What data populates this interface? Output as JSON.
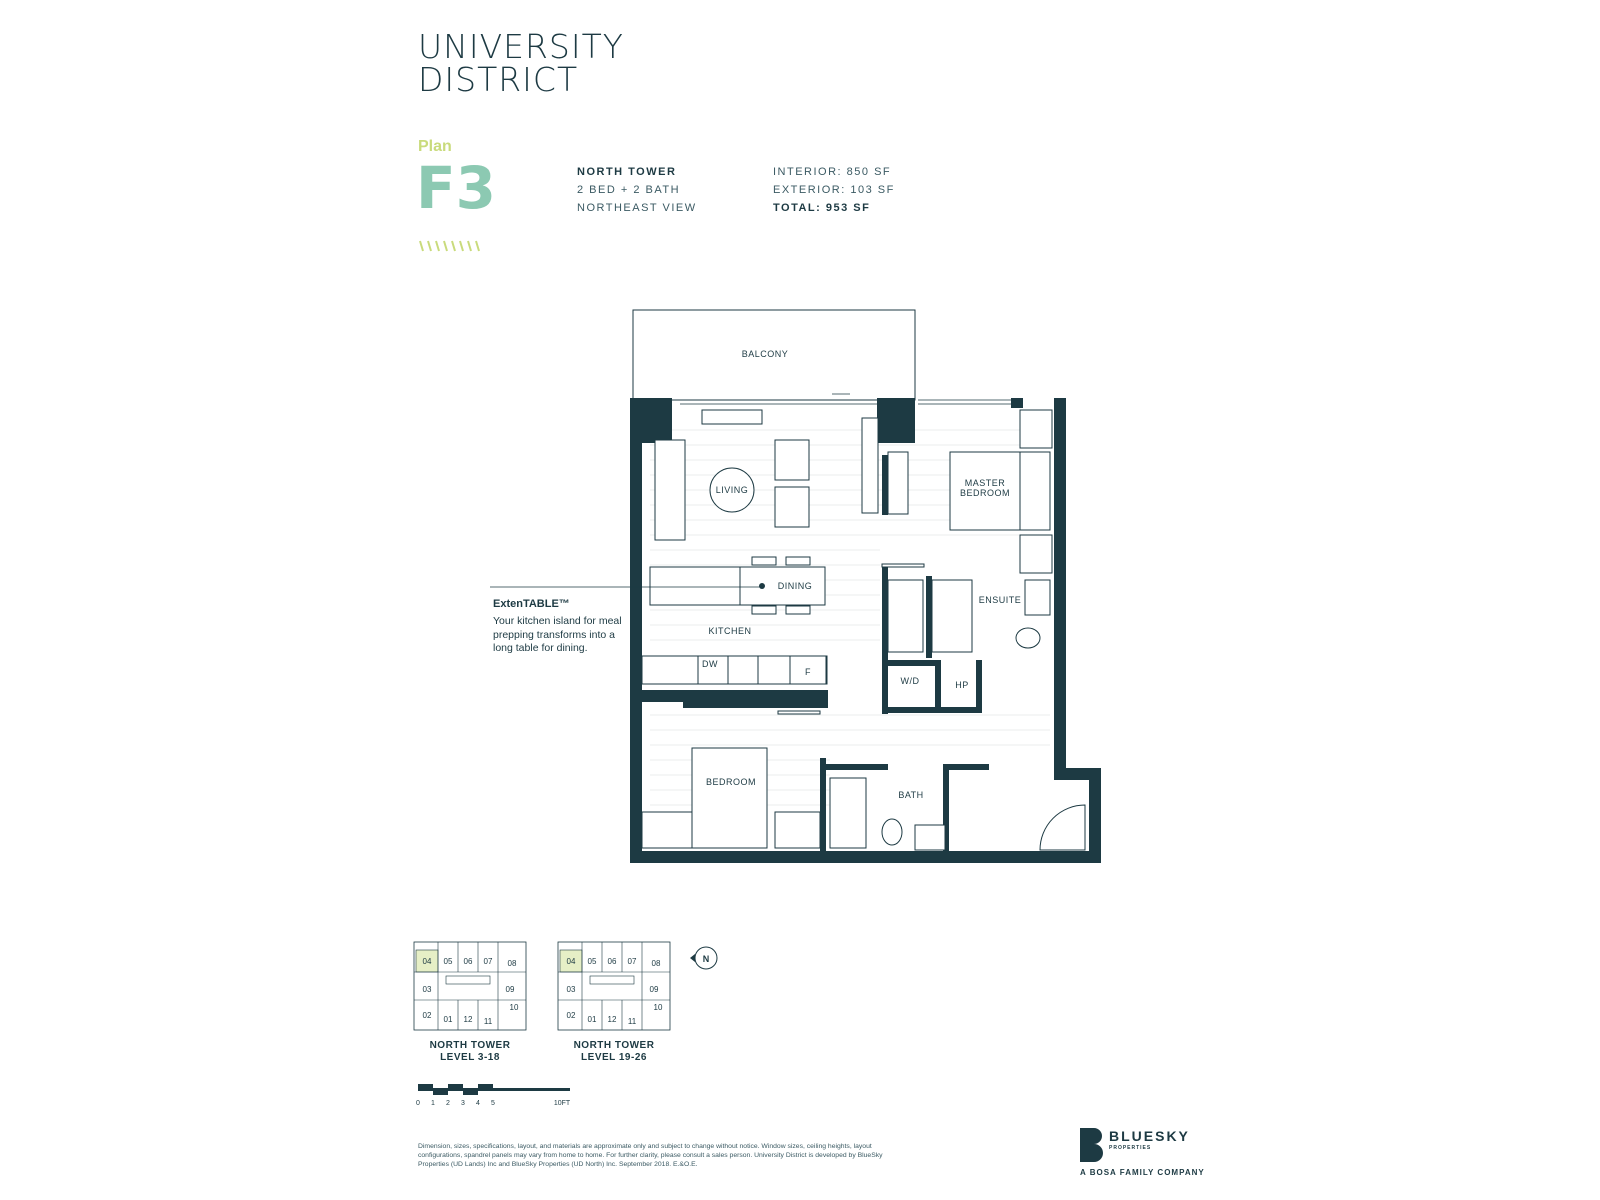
{
  "brand": {
    "line1": "UNIVERSITY",
    "line2": "DISTRICT"
  },
  "plan": {
    "label": "Plan",
    "code": "F3"
  },
  "unit": {
    "tower": "NORTH TOWER",
    "beds": "2 BED + 2 BATH",
    "view": "NORTHEAST VIEW"
  },
  "area": {
    "interior": "INTERIOR: 850 SF",
    "exterior": "EXTERIOR: 103 SF",
    "total": "TOTAL: 953 SF"
  },
  "rooms": {
    "balcony": "BALCONY",
    "living": "LIVING",
    "dining": "DINING",
    "kitchen": "KITCHEN",
    "master_bedroom_1": "MASTER",
    "master_bedroom_2": "BEDROOM",
    "ensuite": "ENSUITE",
    "bedroom": "BEDROOM",
    "bath": "BATH",
    "wd": "W/D",
    "hp": "HP",
    "dw": "DW",
    "fridge": "F"
  },
  "callout": {
    "title": "ExtenTABLE™",
    "text": "Your kitchen island for meal prepping transforms into a long table for dining."
  },
  "keyplans": [
    {
      "line1": "NORTH TOWER",
      "line2": "LEVEL 3-18"
    },
    {
      "line1": "NORTH TOWER",
      "line2": "LEVEL 19-26"
    }
  ],
  "keyplan_units": [
    "04",
    "05",
    "06",
    "07",
    "08",
    "03",
    "09",
    "10",
    "02",
    "01",
    "12",
    "11"
  ],
  "highlight_unit": "04",
  "north": "N",
  "scale": {
    "ticks": [
      "0",
      "1",
      "2",
      "3",
      "4",
      "5"
    ],
    "end": "10FT"
  },
  "disclaimer": "Dimension, sizes, specifications, layout, and materials are approximate only and subject to change without notice. Window sizes, ceiling heights, layout configurations, spandrel panels may vary from home to home. For further clarity, please consult a sales person. University District is developed by BlueSky Properties (UD Lands) Inc and BlueSky Properties (UD North) Inc. September 2018. E.&O.E.",
  "developer": {
    "name": "BLUESKY",
    "sub": "PROPERTIES",
    "tagline": "A BOSA FAMILY COMPANY"
  },
  "colors": {
    "wall": "#1d3a43",
    "plan_code": "#8cc9b2",
    "plan_label": "#c9db7c",
    "highlight": "#e6efc6"
  }
}
